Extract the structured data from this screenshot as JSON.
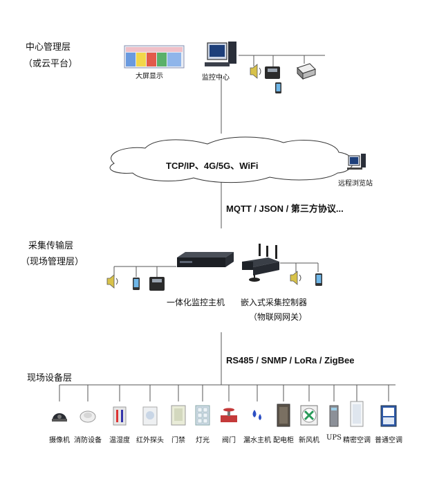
{
  "layers": {
    "center": {
      "line1": "中心管理层",
      "line2": "（或云平台）"
    },
    "gateway": {
      "line1": "采集传输层",
      "line2": "（现场管理层）"
    },
    "field": {
      "line1": "现场设备层"
    }
  },
  "center_devices": {
    "big_screen": "大屏显示",
    "monitor_center": "监控中心"
  },
  "network": {
    "cloud_text": "TCP/IP、4G/5G、WiFi",
    "remote_station": "远程浏览站"
  },
  "protocols": {
    "upper": "MQTT / JSON / 第三方协议...",
    "lower": "RS485 / SNMP / LoRa / ZigBee"
  },
  "gateway_devices": {
    "host": "一体化监控主机",
    "controller": "嵌入式采集控制器",
    "controller_sub": "（物联网网关）"
  },
  "field_devices": [
    {
      "label": "摄像机"
    },
    {
      "label": "消防设备"
    },
    {
      "label": "温湿度"
    },
    {
      "label": "红外探头"
    },
    {
      "label": "门禁"
    },
    {
      "label": "灯光"
    },
    {
      "label": "阀门"
    },
    {
      "label": "漏水主机"
    },
    {
      "label": "配电柜"
    },
    {
      "label": "新风机"
    },
    {
      "label": "UPS"
    },
    {
      "label": "精密空调"
    },
    {
      "label": "普通空调"
    }
  ]
}
